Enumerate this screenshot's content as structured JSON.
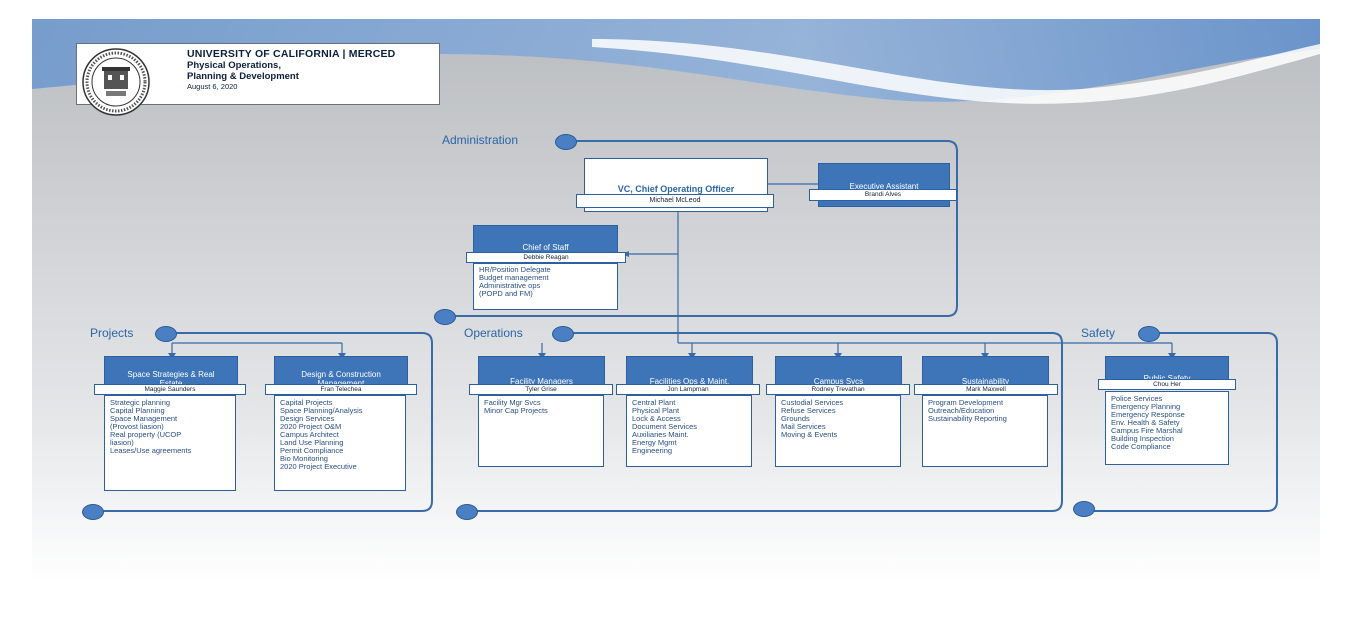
{
  "header": {
    "title": "UNIVERSITY OF CALIFORNIA | MERCED",
    "subtitle_line1": "Physical Operations,",
    "subtitle_line2": "Planning & Development",
    "date": "August 6, 2020"
  },
  "sections": {
    "administration": "Administration",
    "projects": "Projects",
    "operations": "Operations",
    "safety": "Safety"
  },
  "vc": {
    "title": "VC, Chief Operating Officer",
    "name": "Michael McLeod"
  },
  "assistant": {
    "title": "Executive Assistant",
    "name": "Brandi Alves"
  },
  "chief_of_staff": {
    "title": "Chief of Staff",
    "name": "Debbie Reagan",
    "duties": [
      "HR/Position Delegate",
      "Budget management",
      "Administrative ops",
      "(POPD and FM)"
    ]
  },
  "units": [
    {
      "title_line1": "Space Strategies & Real",
      "title_line2": "Estate",
      "name": "Maggie Saunders",
      "duties": [
        "Strategic planning",
        "Capital Planning",
        "Space Management",
        "(Provost liasion)",
        "Real property (UCOP",
        "liasion)",
        "Leases/Use agreements"
      ]
    },
    {
      "title_line1": "Design & Construction",
      "title_line2": "Management",
      "name": "Fran Telechea",
      "duties": [
        "Capital Projects",
        "Space Planning/Analysis",
        "Design Services",
        "2020 Project O&M",
        "Campus Architect",
        " Land Use Planning",
        " Permit Compliance",
        " Bio Monitoring",
        "2020 Project Executive"
      ]
    },
    {
      "title_line1": "Facility Managers",
      "title_line2": "",
      "name": "Tyler Grise",
      "duties": [
        "Facility Mgr Svcs",
        "Minor Cap Projects"
      ]
    },
    {
      "title_line1": "Facilities Ops & Maint.",
      "title_line2": "",
      "name": "Jon Lampman",
      "duties": [
        "Central Plant",
        "Physical Plant",
        "Lock & Access",
        "Document Services",
        "Auxiliaries Maint.",
        "Energy Mgmt",
        "Engineering"
      ]
    },
    {
      "title_line1": "Campus Svcs",
      "title_line2": "",
      "name": "Rodney Trevathan",
      "duties": [
        "Custodial Services",
        "Refuse Services",
        "Grounds",
        "Mail Services",
        "Moving & Events"
      ]
    },
    {
      "title_line1": "Sustainability",
      "title_line2": "",
      "name": "Mark Maxwell",
      "duties": [
        "Program Development",
        "Outreach/Education",
        "Sustainability Reporting"
      ]
    },
    {
      "title_line1": "Public Safety",
      "title_line2": "",
      "name": "Chou Her",
      "duties": [
        "Police Services",
        "Emergency Planning",
        "Emergency Response",
        "Env. Health & Safety",
        "Campus Fire Marshal",
        "Building Inspection",
        "Code Compliance"
      ]
    }
  ],
  "colors": {
    "accent": "#3e74b8",
    "line": "#3a6aa8",
    "text": "#2a65a8"
  }
}
